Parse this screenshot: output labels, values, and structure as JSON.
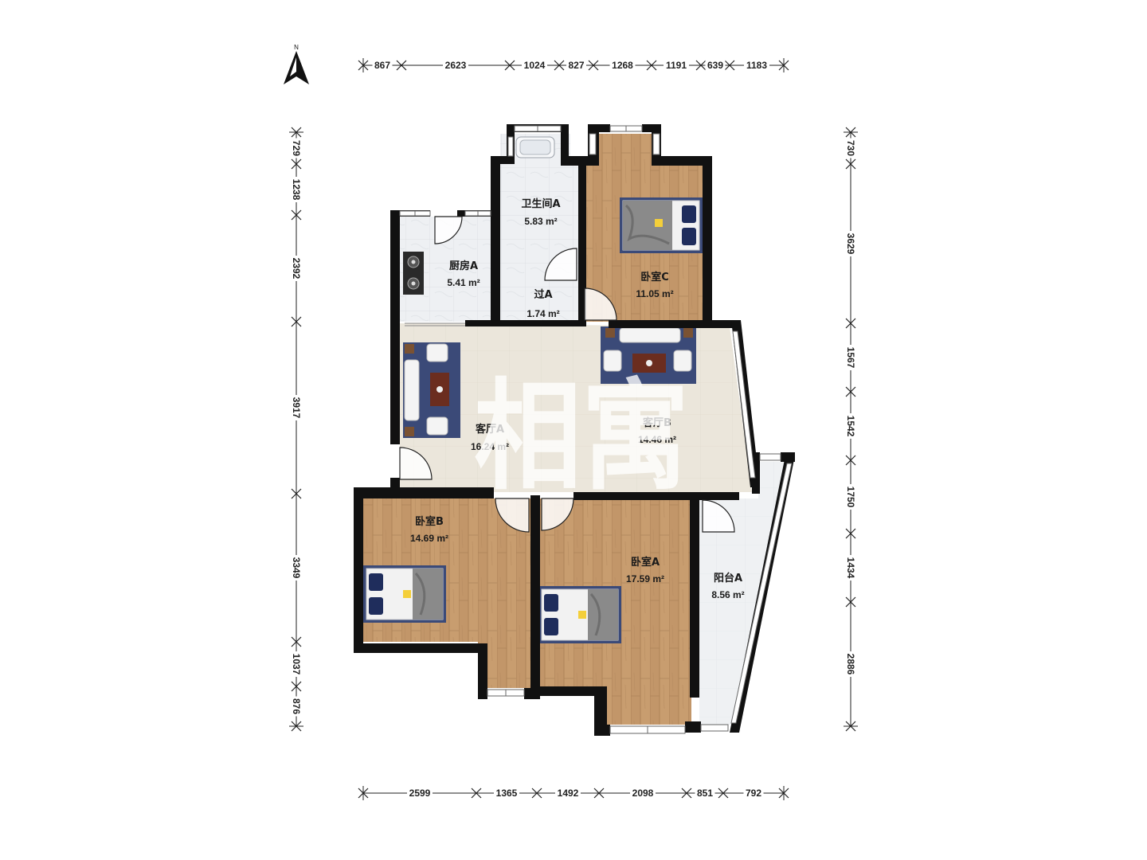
{
  "compass": {
    "label": "N"
  },
  "dimensions": {
    "top": [
      "867",
      "2623",
      "1024",
      "827",
      "1268",
      "1191",
      "639",
      "1183"
    ],
    "bottom": [
      "2599",
      "1365",
      "1492",
      "2098",
      "851",
      "792"
    ],
    "left": [
      "729",
      "1238",
      "2392",
      "3917",
      "3349",
      "1037",
      "876"
    ],
    "right": [
      "730",
      "3629",
      "1567",
      "1542",
      "1750",
      "1434",
      "2886"
    ]
  },
  "rooms": {
    "bathroom_a": {
      "name": "卫生间A",
      "area": "5.83 m²"
    },
    "kitchen_a": {
      "name": "厨房A",
      "area": "5.41 m²"
    },
    "passage_a": {
      "name": "过A",
      "area": "1.74 m²"
    },
    "bedroom_c": {
      "name": "卧室C",
      "area": "11.05 m²"
    },
    "living_a": {
      "name": "客厅A",
      "area": "16.24 m²"
    },
    "living_b": {
      "name": "客厅B",
      "area": "14.46 m²"
    },
    "bedroom_b": {
      "name": "卧室B",
      "area": "14.69 m²"
    },
    "bedroom_a": {
      "name": "卧室A",
      "area": "17.59 m²"
    },
    "balcony_a": {
      "name": "阳台A",
      "area": "8.56 m²"
    }
  },
  "watermark": {
    "text": "相寓"
  },
  "colors": {
    "wall": "#111111",
    "wood": "#c79c6e",
    "tile": "#eef0f2",
    "living_floor": "#e9e4d8",
    "balcony_floor": "#eef0f2",
    "rug": "#3b4a78"
  }
}
